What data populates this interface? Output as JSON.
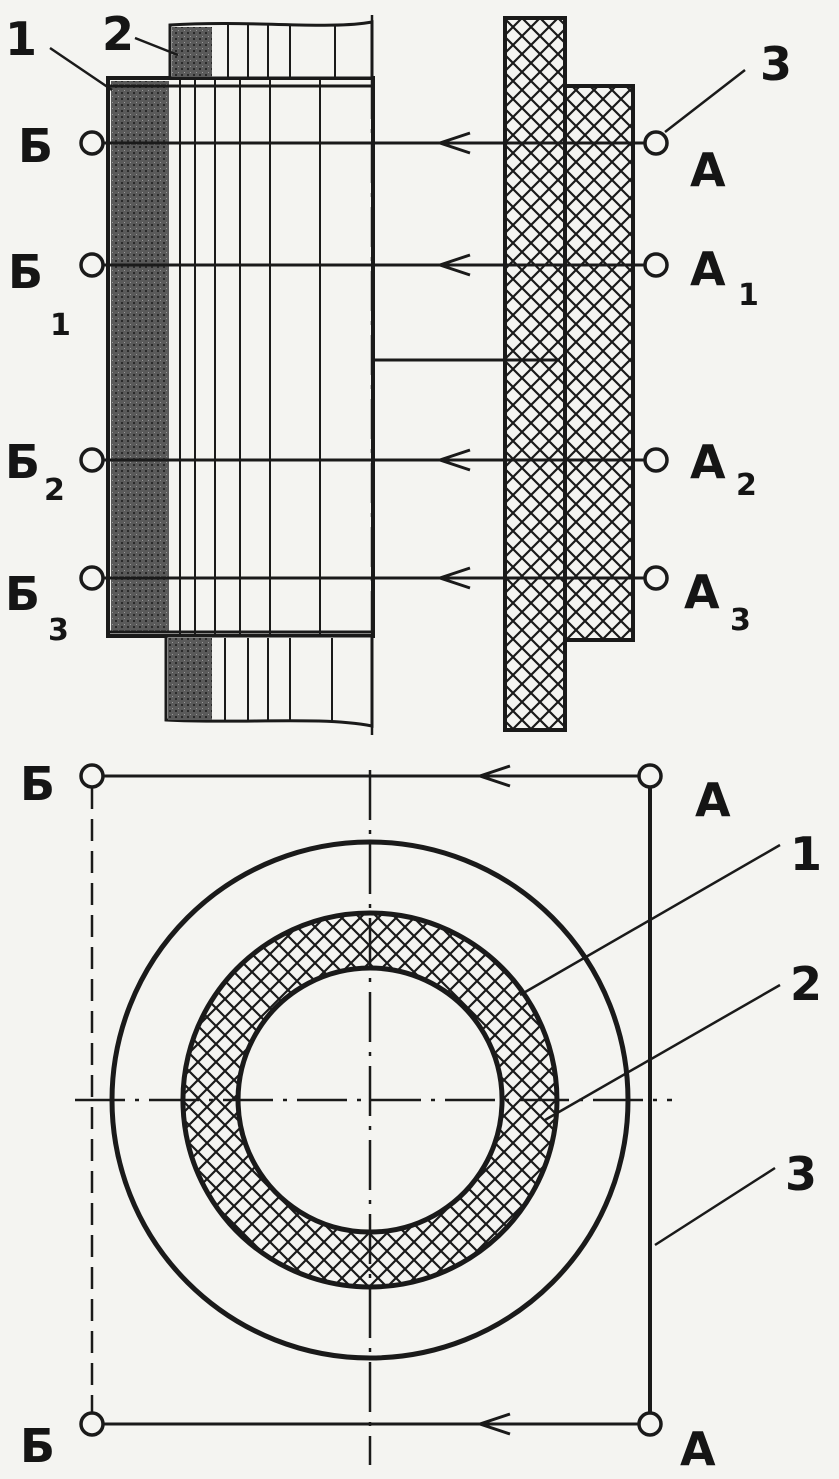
{
  "labels": {
    "part1": "1",
    "part2": "2",
    "part3": "3",
    "side_top": {
      "b": "Б",
      "a": "А",
      "b1": "Б",
      "b1_sub": "1",
      "a1": "А",
      "a1_sub": "1",
      "b2": "Б",
      "b2_sub": "2",
      "a2": "А",
      "a2_sub": "2",
      "b3": "Б",
      "b3_sub": "3",
      "a3": "А",
      "a3_sub": "3"
    },
    "plan": {
      "b_top": "Б",
      "a_top": "А",
      "b_bottom": "Б",
      "a_bottom": "А",
      "part1": "1",
      "part2": "2",
      "part3": "3"
    }
  },
  "colors": {
    "ink": "#1a1a1a",
    "paper": "#f4f4f1"
  }
}
